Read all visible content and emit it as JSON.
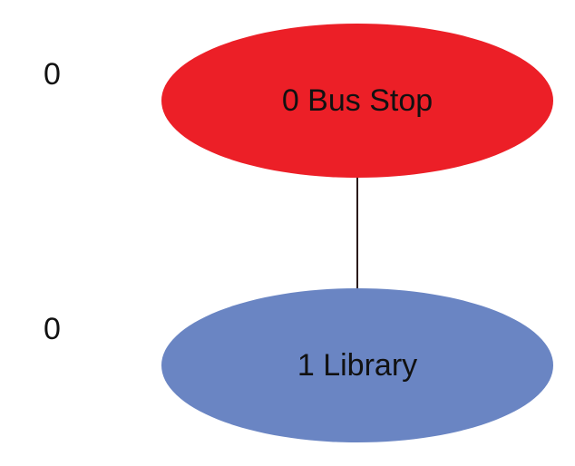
{
  "rows": [
    {
      "label": "0"
    },
    {
      "label": "0"
    }
  ],
  "nodes": [
    {
      "id": "bus-stop",
      "label": "0 Bus Stop",
      "color": "#ec1f27"
    },
    {
      "id": "library",
      "label": "1 Library",
      "color": "#6a85c3"
    }
  ],
  "edges": [
    {
      "from": "bus-stop",
      "to": "library",
      "color": "#2a1a1a"
    }
  ]
}
